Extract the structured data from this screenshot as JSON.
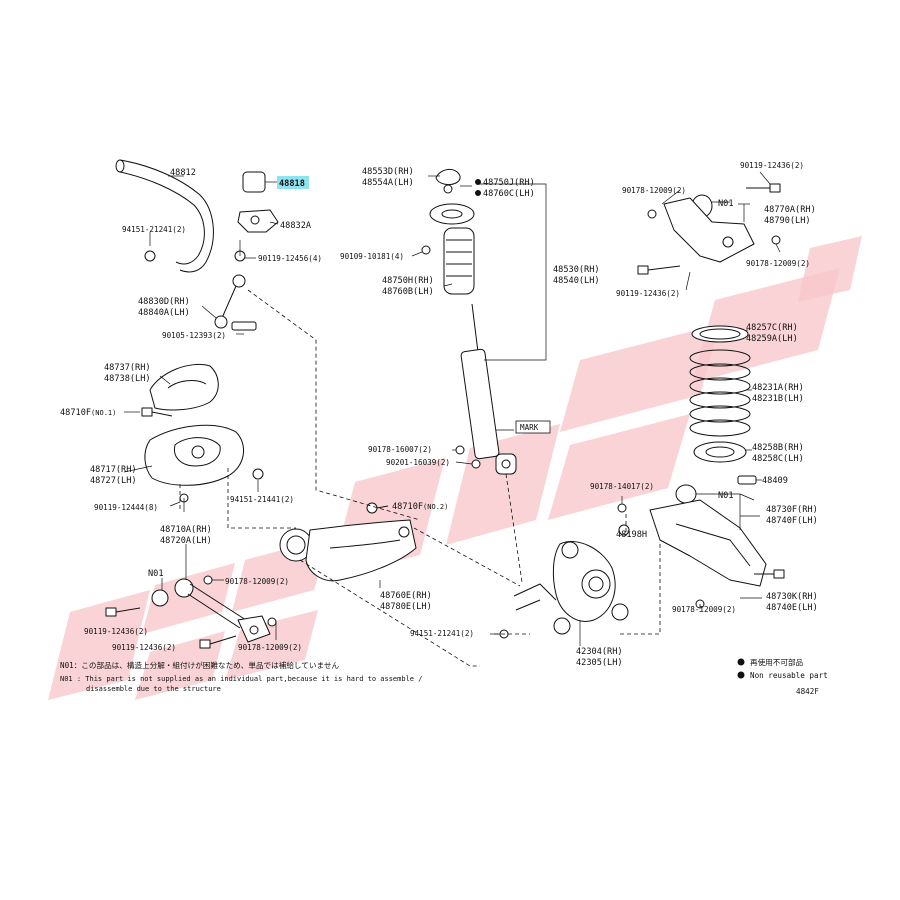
{
  "diagram_id": "4842F",
  "highlighted_part": "48818",
  "colors": {
    "watermark": "#f7c6cb",
    "highlight": "#8fe3f0",
    "line": "#111111"
  },
  "labels": {
    "p48812": "48812",
    "p48818": "48818",
    "p48832A": "48832A",
    "p94151_21241": "94151-21241(2)",
    "p90119_12456": "90119-12456(4)",
    "p48830D": "48830D(RH)",
    "p48840A": "48840A(LH)",
    "p90105_12393": "90105-12393(2)",
    "p48737": "48737(RH)",
    "p48738": "48738(LH)",
    "p48710F1": "48710F",
    "p48710F1_note": "(NO.1)",
    "p48717": "48717(RH)",
    "p48727": "48727(LH)",
    "p90119_12444": "90119-12444(8)",
    "p94151_21441": "94151-21441(2)",
    "p48710F2": "48710F",
    "p48710F2_note": "(NO.2)",
    "p48710A": "48710A(RH)",
    "p48720A": "48720A(LH)",
    "n01_left": "N01",
    "p90178_12009_a": "90178-12009(2)",
    "p90119_12436_a": "90119-12436(2)",
    "p90119_12436_b": "90119-12436(2)",
    "p90178_12009_b": "90178-12009(2)",
    "p48760E": "48760E(RH)",
    "p48780E": "48780E(LH)",
    "p94151_21241_b": "94151-21241(2)",
    "p48553D": "48553D(RH)",
    "p48554A": "48554A(LH)",
    "p48750J": "48750J(RH)",
    "p48760C": "48760C(LH)",
    "p90109_10181": "90109-10181(4)",
    "p48750H": "48750H(RH)",
    "p48760B": "48760B(LH)",
    "p48530": "48530(RH)",
    "p48540": "48540(LH)",
    "mark": "MARK",
    "p90178_16007": "90178-16007(2)",
    "p90201_16039": "90201-16039(2)",
    "p42304": "42304(RH)",
    "p42305": "42305(LH)",
    "p90119_12436_c": "90119-12436(2)",
    "p90178_12009_c": "90178-12009(2)",
    "n01_right_top": "N01",
    "p48770A": "48770A(RH)",
    "p48790": "48790(LH)",
    "p90178_12009_d": "90178-12009(2)",
    "p90119_12436_d": "90119-12436(2)",
    "p48257C": "48257C(RH)",
    "p48259A": "48259A(LH)",
    "p48231A": "48231A(RH)",
    "p48231B": "48231B(LH)",
    "p48258B": "48258B(RH)",
    "p48258C": "48258C(LH)",
    "p90178_14017": "90178-14017(2)",
    "p48409": "48409",
    "n01_right_bottom": "N01",
    "p48198H": "48198H",
    "p48730F": "48730F(RH)",
    "p48740F": "48740F(LH)",
    "p90178_12009_e": "90178-12009(2)",
    "p48730K": "48730K(RH)",
    "p48740E": "48740E(LH)"
  },
  "notes": {
    "n01_jp": "N01：この部品は、構造上分解・組付けが困難なため、単品では補給していません",
    "n01_en_1": "N01 : This part is not supplied as an individual part,because it is hard to assemble /",
    "n01_en_2": "disassemble due to the structure"
  },
  "legend": {
    "non_reusable_jp": "再使用不可部品",
    "non_reusable_en": "Non  reusable part"
  }
}
